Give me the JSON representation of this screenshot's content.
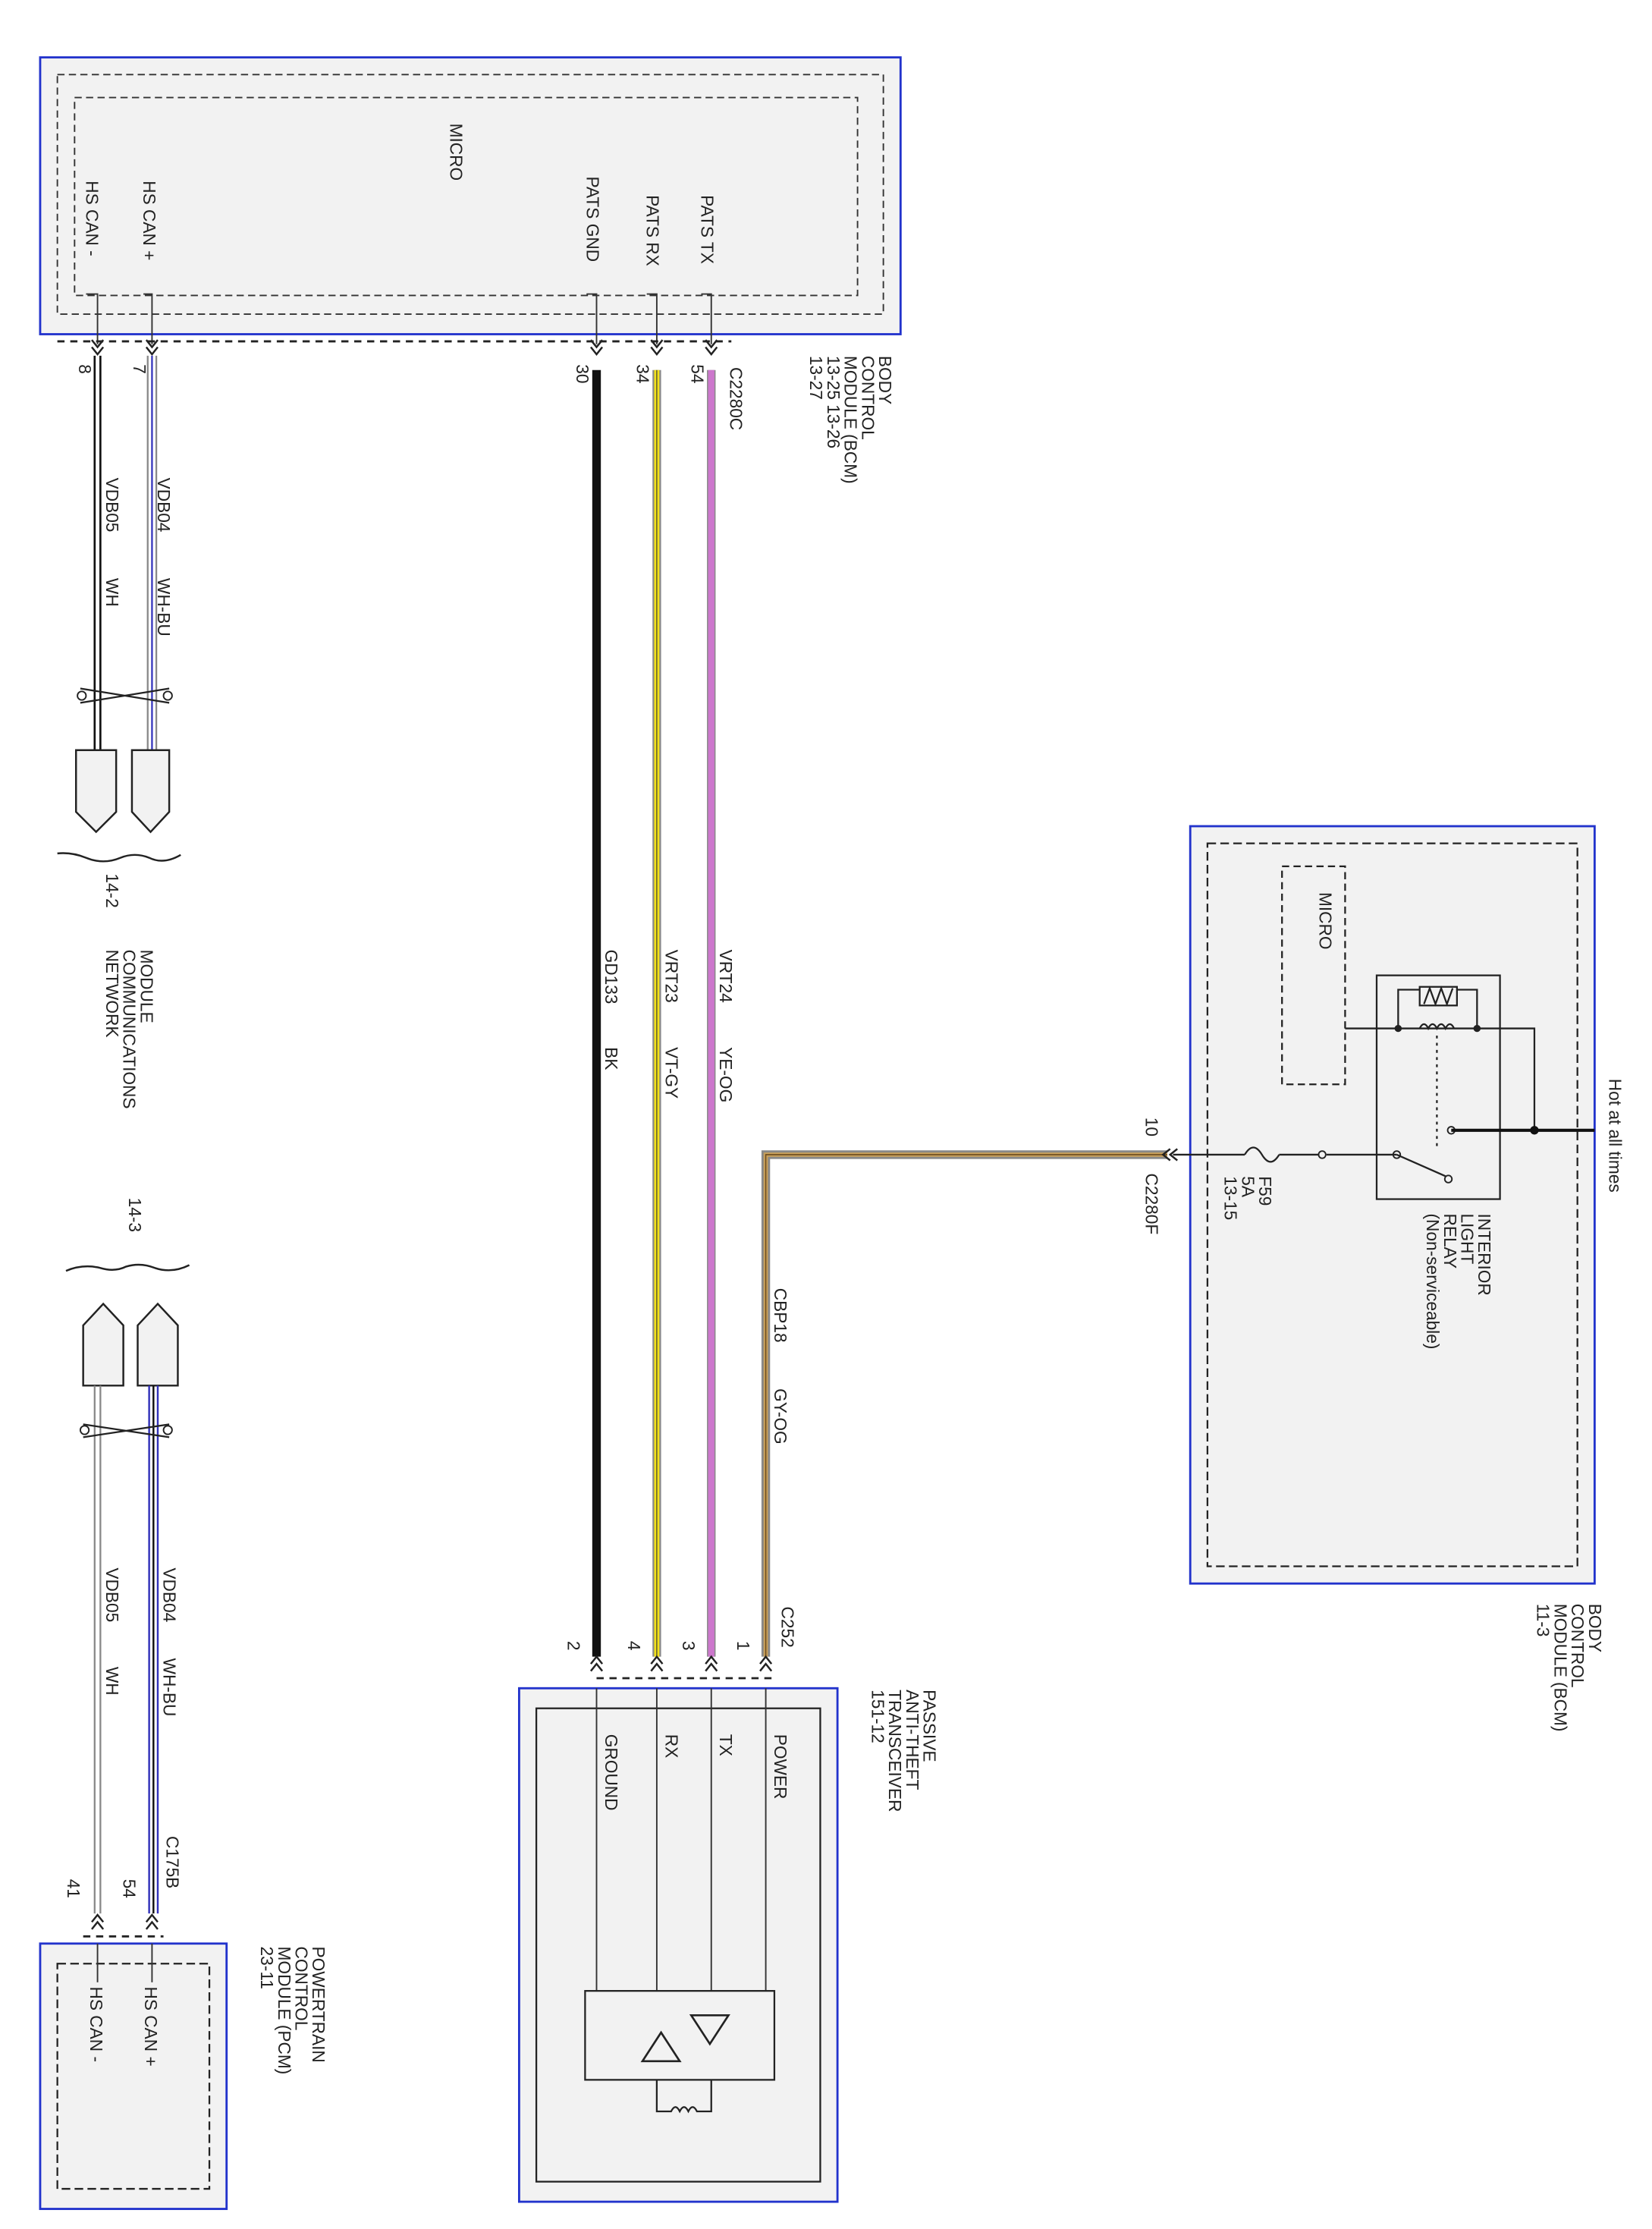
{
  "bcm_top": {
    "micro": "MICRO",
    "pins": {
      "hs_can_minus": "HS CAN -",
      "hs_can_plus": "HS CAN +",
      "pats_gnd": "PATS GND",
      "pats_rx": "PATS RX",
      "pats_tx": "PATS TX"
    },
    "title": [
      "BODY",
      "CONTROL",
      "MODULE (BCM)",
      "13-25    13-26",
      "13-27"
    ],
    "connector": "C2280C",
    "pin_numbers": {
      "hs_can_minus": "8",
      "hs_can_plus": "7",
      "pats_gnd": "30",
      "pats_rx": "34",
      "pats_tx": "54"
    }
  },
  "can_wires_top": {
    "vdb04": "VDB04",
    "vdb04_color": "WH-BU",
    "vdb05": "VDB05",
    "vdb05_color": "WH"
  },
  "network": {
    "ref_top": "14-2",
    "title": [
      "MODULE",
      "COMMUNICATIONS",
      "NETWORK"
    ],
    "ref_bottom": "14-3"
  },
  "can_wires_bottom": {
    "vdb04": "VDB04",
    "vdb04_color": "WH-BU",
    "vdb05": "VDB05",
    "vdb05_color": "WH",
    "connector": "C175B"
  },
  "pcm": {
    "title": [
      "POWERTRAIN",
      "CONTROL",
      "MODULE (PCM)",
      "23-11"
    ],
    "pins": {
      "hs_can_plus": "HS CAN +",
      "hs_can_minus": "HS CAN -"
    },
    "pin_numbers": {
      "hs_can_plus": "54",
      "hs_can_minus": "41"
    }
  },
  "pats_wires": {
    "gd133": "GD133",
    "gd133_color": "BK",
    "vrt23": "VRT23",
    "vrt23_color": "VT-GY",
    "vrt24": "VRT24",
    "vrt24_color": "YE-OG",
    "cbp18": "CBP18",
    "cbp18_color": "GY-OG"
  },
  "transceiver": {
    "title": [
      "PASSIVE",
      "ANTI-THEFT",
      "TRANSCEIVER",
      "151-12"
    ],
    "connector": "C252",
    "pins": {
      "power": "POWER",
      "tx": "TX",
      "rx": "RX",
      "ground": "GROUND"
    },
    "pin_numbers": {
      "power": "1",
      "tx": "3",
      "rx": "4",
      "ground": "2"
    }
  },
  "bcm_right": {
    "micro": "MICRO",
    "hot": "Hot at all times",
    "relay": [
      "INTERIOR",
      "LIGHT",
      "RELAY",
      "(Non-serviceable)"
    ],
    "fuse": [
      "F59",
      "5A",
      "13-15"
    ],
    "connector": "C2280F",
    "pin": "10",
    "title": [
      "BODY",
      "CONTROL",
      "MODULE (BCM)",
      "11-3"
    ]
  },
  "colors": {
    "module_border": "#2233cc",
    "module_fill": "#f2f2f2",
    "wire_black": "#111111",
    "wire_yellow": "#f2e21a",
    "wire_violet": "#cc77cc",
    "wire_gy_og": "#b07a2a",
    "wire_blue": "#3333bb"
  }
}
